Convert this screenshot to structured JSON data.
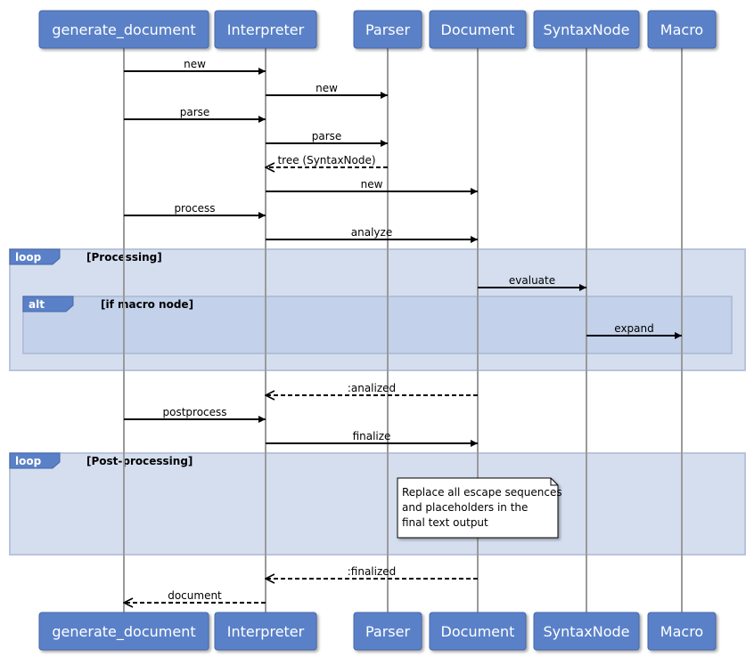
{
  "participants": [
    {
      "id": "generate_document",
      "label": "generate_document"
    },
    {
      "id": "Interpreter",
      "label": "Interpreter"
    },
    {
      "id": "Parser",
      "label": "Parser"
    },
    {
      "id": "Document",
      "label": "Document"
    },
    {
      "id": "SyntaxNode",
      "label": "SyntaxNode"
    },
    {
      "id": "Macro",
      "label": "Macro"
    }
  ],
  "messages": [
    {
      "from": "generate_document",
      "to": "Interpreter",
      "label": "new",
      "kind": "sync"
    },
    {
      "from": "Interpreter",
      "to": "Parser",
      "label": "new",
      "kind": "sync"
    },
    {
      "from": "generate_document",
      "to": "Interpreter",
      "label": "parse",
      "kind": "sync"
    },
    {
      "from": "Interpreter",
      "to": "Parser",
      "label": "parse",
      "kind": "sync"
    },
    {
      "from": "Parser",
      "to": "Interpreter",
      "label": "tree (SyntaxNode)",
      "kind": "return"
    },
    {
      "from": "Interpreter",
      "to": "Document",
      "label": "new",
      "kind": "sync"
    },
    {
      "from": "generate_document",
      "to": "Interpreter",
      "label": "process",
      "kind": "sync"
    },
    {
      "from": "Interpreter",
      "to": "Document",
      "label": "analyze",
      "kind": "sync"
    },
    {
      "from": "Document",
      "to": "SyntaxNode",
      "label": "evaluate",
      "kind": "sync"
    },
    {
      "from": "SyntaxNode",
      "to": "Macro",
      "label": "expand",
      "kind": "sync"
    },
    {
      "from": "Document",
      "to": "Interpreter",
      "label": ":analized",
      "kind": "return"
    },
    {
      "from": "generate_document",
      "to": "Interpreter",
      "label": "postprocess",
      "kind": "sync"
    },
    {
      "from": "Interpreter",
      "to": "Document",
      "label": "finalize",
      "kind": "sync"
    },
    {
      "from": "Document",
      "to": "Interpreter",
      "label": ":finalized",
      "kind": "return"
    },
    {
      "from": "Interpreter",
      "to": "generate_document",
      "label": "document",
      "kind": "return"
    }
  ],
  "fragments": [
    {
      "kind": "loop",
      "guard": "[Processing]"
    },
    {
      "kind": "alt",
      "guard": "[if macro node]"
    },
    {
      "kind": "loop",
      "guard": "[Post-processing]"
    }
  ],
  "note": {
    "lines": [
      "Replace all escape sequences",
      "and placeholders in the",
      "final text output"
    ]
  },
  "colors": {
    "participant_fill": "#5a81c8",
    "fragment_fill": "#d5deef",
    "nested_fragment_fill": "#c3d1ea",
    "lifeline": "#9a9a9a"
  }
}
